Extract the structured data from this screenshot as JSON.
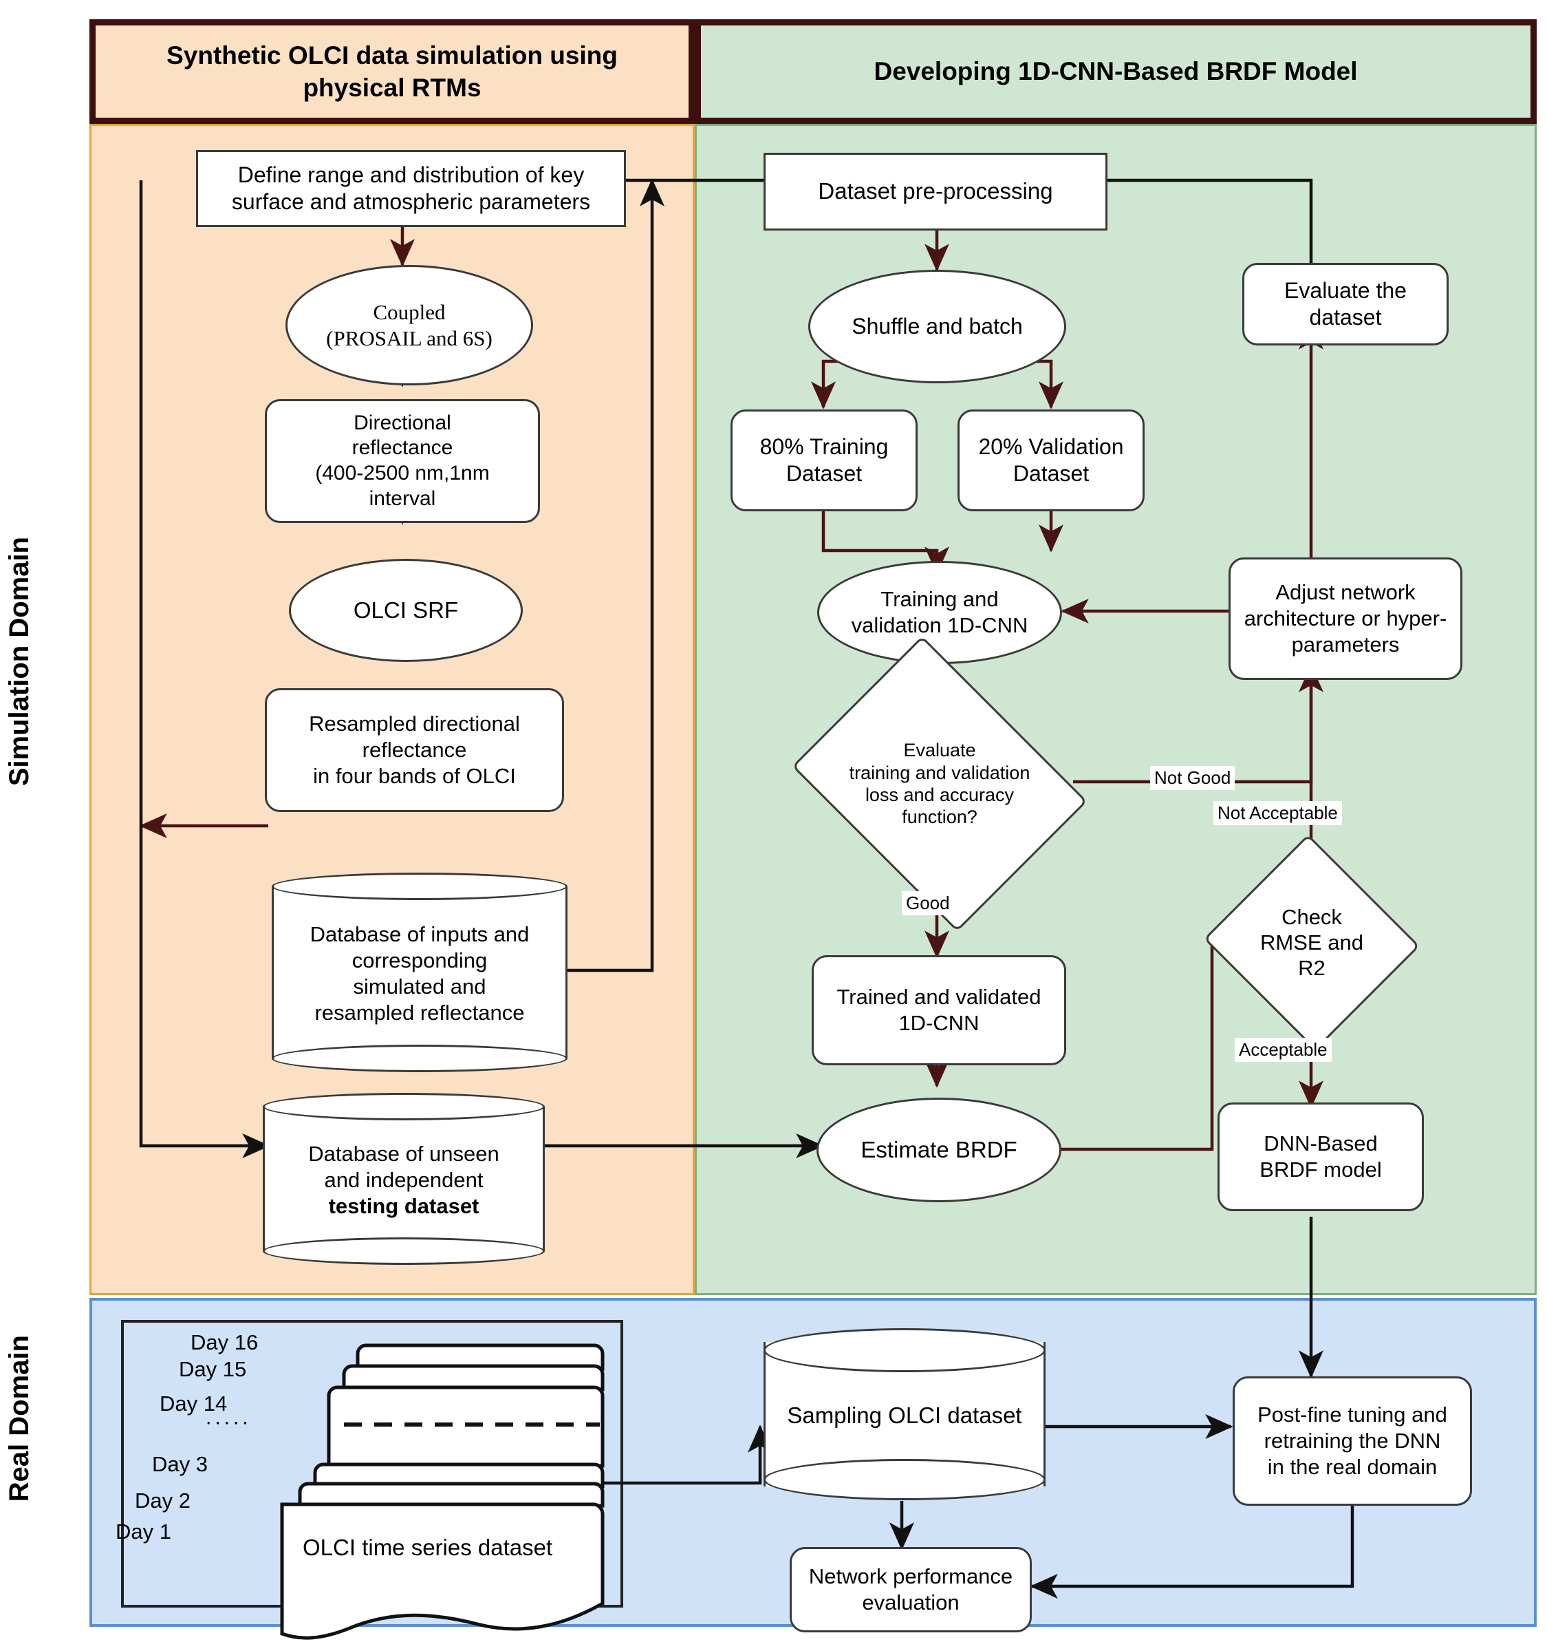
{
  "banners": {
    "left": "Synthetic OLCI data simulation\nusing physical RTMs",
    "right": "Developing 1D-CNN-Based BRDF Model"
  },
  "side_labels": {
    "simulation": "Simulation Domain",
    "real": "Real Domain"
  },
  "colors": {
    "simulation_panel": "#fbe0c4",
    "simulation_border": "#e8a33d",
    "development_panel": "#cfe7d2",
    "development_border": "#7bb07f",
    "real_panel": "#cfe2f7",
    "real_border": "#5b8fd0",
    "banner_border": "#3d0f0f",
    "arrow": "#4a1414",
    "arrow_dark": "#111111",
    "node_border": "#3a3a3a"
  },
  "simulation_nodes": {
    "define_params": "Define range and distribution of key\nsurface and atmospheric parameters",
    "coupled_rtm": "Coupled\n(PROSAIL and 6S)",
    "directional_reflectance": "Directional\nreflectance\n(400-2500 nm,1nm\ninterval",
    "olci_srf": "OLCI SRF",
    "resampled_reflectance": "Resampled directional\nreflectance\nin four bands of OLCI",
    "database_inputs": "Database of inputs and\ncorresponding\nsimulated and\nresampled reflectance",
    "database_testing_line1": "Database of unseen",
    "database_testing_line2": "and independent",
    "database_testing_line3": "testing dataset"
  },
  "development_nodes": {
    "dataset_preprocessing": "Dataset pre-processing",
    "shuffle_batch": "Shuffle and batch",
    "training_dataset": "80% Training\nDataset",
    "validation_dataset": "20% Validation\nDataset",
    "training_validation_cnn": "Training and\nvalidation 1D-CNN",
    "evaluate_decision": "Evaluate\ntraining and validation\nloss and accuracy\nfunction?",
    "trained_validated_cnn": "Trained and validated\n1D-CNN",
    "estimate_brdf": "Estimate BRDF",
    "evaluate_dataset": "Evaluate the\ndataset",
    "adjust_network": "Adjust network\narchitecture or hyper-\nparameters",
    "check_rmse": "Check\nRMSE and\nR2",
    "dnn_brdf_model": "DNN-Based\nBRDF model"
  },
  "real_nodes": {
    "olci_time_series": "OLCI time series dataset",
    "sampling_olci": "Sampling OLCI dataset",
    "post_fine_tuning": "Post-fine tuning and\nretraining the DNN\nin the real domain",
    "network_performance": "Network performance\nevaluation"
  },
  "day_labels": [
    "Day 16",
    "Day 15",
    "Day 14",
    "Day 3",
    "Day 2",
    "Day 1"
  ],
  "day_ellipsis": "·····",
  "edge_labels": {
    "not_good": "Not Good",
    "good": "Good",
    "not_acceptable": "Not Acceptable",
    "acceptable": "Acceptable"
  }
}
